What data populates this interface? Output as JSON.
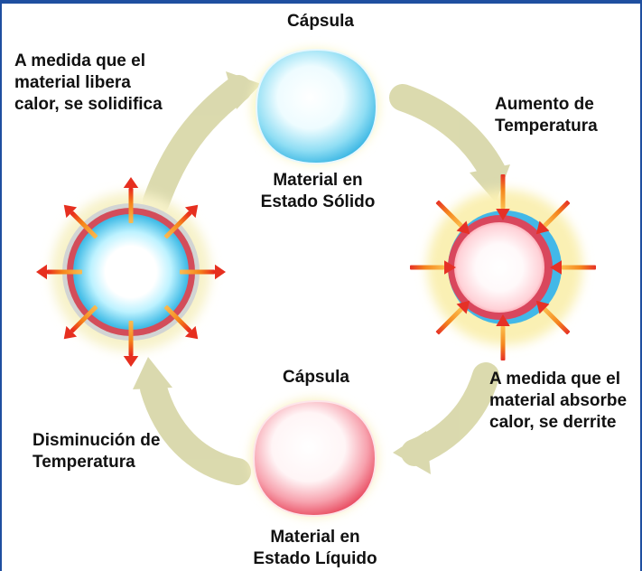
{
  "diagram": {
    "capsule_top_label": "Cápsula",
    "solid_state_lines": [
      "Material en",
      "Estado Sólido"
    ],
    "release_heat_lines": [
      "A medida que el",
      "material libera",
      "calor, se solidifica"
    ],
    "temperature_increase_lines": [
      "Aumento de",
      "Temperatura"
    ],
    "capsule_bottom_label": "Cápsula",
    "liquid_state_lines": [
      "Material en",
      "Estado Líquido"
    ],
    "absorb_heat_lines": [
      "A medida que el",
      "material absorbe",
      "calor, se derrite"
    ],
    "temperature_decrease_lines": [
      "Disminución de",
      "Temperatura"
    ]
  },
  "colors": {
    "border": "#1f4fa0",
    "text": "#111111",
    "arrow_cycle": "#d8d6a3",
    "solid_blue": "#2bb7e6",
    "liquid_red": "#ef4f63",
    "heat_arrow_orange": "#f58a1e",
    "heat_arrow_red": "#ea2d1f",
    "glow": "#f7efaa"
  },
  "icons": {
    "top_capsule": "solid-capsule-icon",
    "right_capsule": "melting-capsule-icon",
    "bottom_capsule": "liquid-capsule-icon",
    "left_capsule": "solidifying-capsule-icon"
  }
}
